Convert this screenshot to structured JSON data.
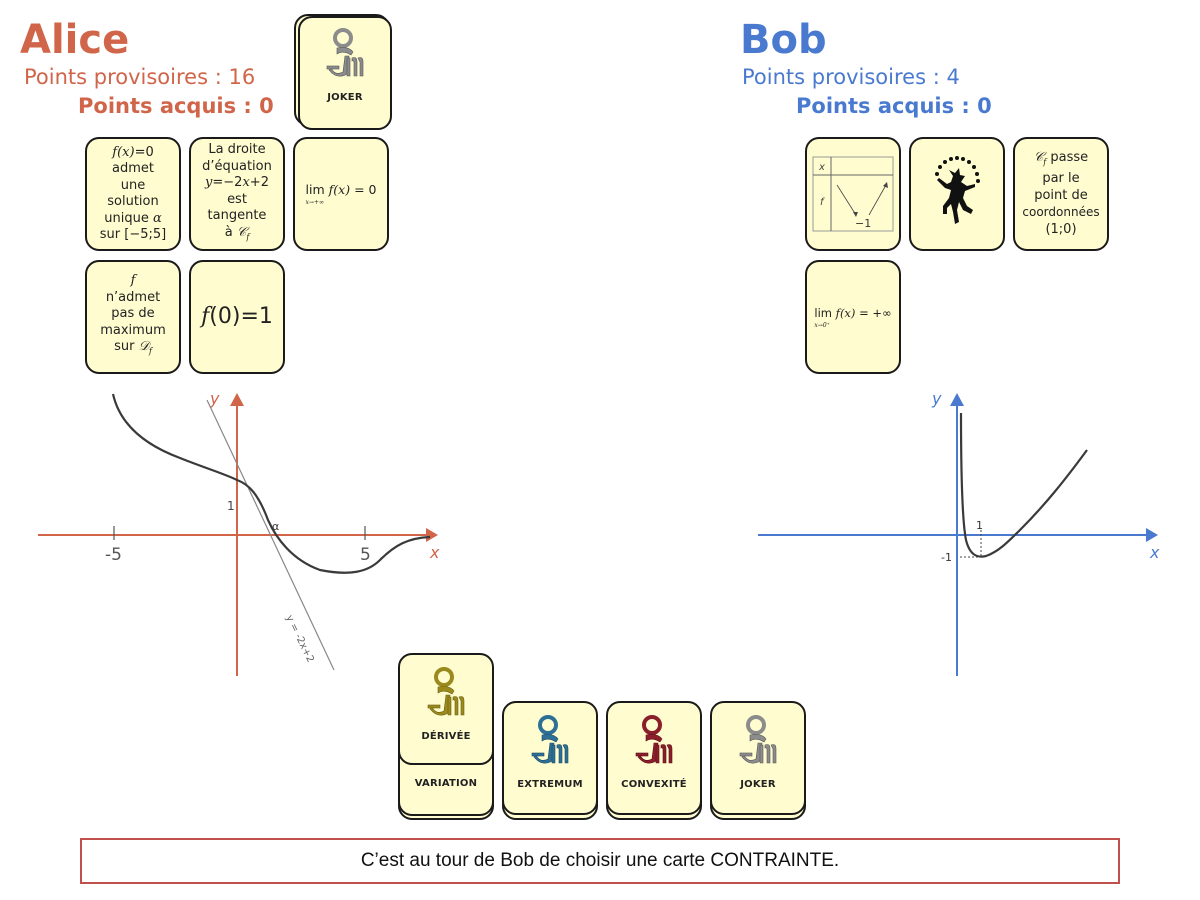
{
  "players": {
    "alice": {
      "name": "Alice",
      "provisional_label": "Points provisoires :",
      "provisional_value": "16",
      "acquired_label": "Points acquis :",
      "acquired_value": "0",
      "color": "#D0654A",
      "joker_card": {
        "label": "JOKER",
        "logo": "pm-logo-grey"
      },
      "cards": [
        {
          "id": "unique-solution",
          "parts": [
            "f(x)",
            "=0",
            "admet",
            "une",
            "solution",
            "unique",
            "α",
            "sur",
            "[−5;5]"
          ]
        },
        {
          "id": "tangent-line",
          "parts": [
            "La droite",
            "d’équation",
            "y",
            "=−2",
            "x",
            "+2",
            "est",
            "tangente",
            "à",
            "𝒞",
            "f"
          ]
        },
        {
          "id": "limit-plus-infinity",
          "lim": "lim",
          "sub": "x→+∞",
          "expr_f": "f",
          "expr_x": "(x)",
          "rhs": "= 0"
        },
        {
          "id": "no-maximum",
          "parts": [
            "f",
            "n’admet",
            "pas de",
            "maximum",
            "sur",
            "𝒟",
            "f"
          ]
        },
        {
          "id": "f-zero",
          "parts": [
            "f",
            "(0)=1"
          ]
        }
      ],
      "graph": {
        "axis_color": "#D0654A",
        "x_label": "x",
        "y_label": "y",
        "ticks": [
          "-5",
          "5"
        ],
        "point_label": "1",
        "root_label": "α",
        "tangent_label": "y = -2x+2"
      }
    },
    "bob": {
      "name": "Bob",
      "provisional_label": "Points provisoires :",
      "provisional_value": "4",
      "acquired_label": "Points acquis :",
      "acquired_value": "0",
      "color": "#4A7AD0",
      "cards": [
        {
          "id": "variation-table",
          "row1": "x",
          "row2": "f",
          "min_value": "−1"
        },
        {
          "id": "jester",
          "icon": "jester-juggling-icon"
        },
        {
          "id": "passes-point",
          "parts": [
            "𝒞",
            "f",
            "passe",
            "par le",
            "point de",
            "coordonnées",
            "(1;0)"
          ]
        },
        {
          "id": "limit-zero-plus",
          "lim": "lim",
          "sub": "x→0⁺",
          "expr_f": "f",
          "expr_x": "(x)",
          "rhs": "= +∞"
        }
      ],
      "graph": {
        "axis_color": "#4A7AD0",
        "x_label": "x",
        "y_label": "y",
        "tick_x": "1",
        "tick_y": "-1"
      }
    }
  },
  "deck": [
    {
      "label": "DÉRIVÉE",
      "under_label": "VARIATION",
      "logo_color": "#9A8A1E"
    },
    {
      "label": "EXTREMUM",
      "logo_color": "#2E6F96"
    },
    {
      "label": "CONVEXITÉ",
      "logo_color": "#8B1E2B"
    },
    {
      "label": "JOKER",
      "logo_color": "#8C8C8C"
    }
  ],
  "status": "C’est au tour de Bob de choisir une carte CONTRAINTE."
}
